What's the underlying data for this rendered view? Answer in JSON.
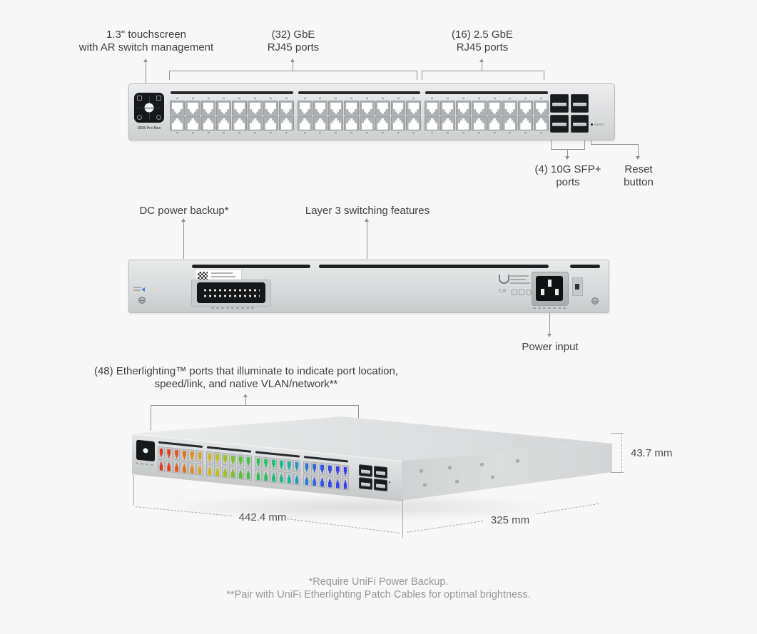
{
  "colors": {
    "background": "#f7f7f7",
    "label_text": "#3d3f41",
    "muted_text": "#95989a",
    "line": "#8f9193",
    "screen_black": "#17181a",
    "port_colors": [
      "#df3526",
      "#e03e25",
      "#e25723",
      "#e37121",
      "#e28a1f",
      "#dda01d",
      "#d4b11c",
      "#c2bd1e",
      "#a0c122",
      "#79c32a",
      "#55c434",
      "#3ac341",
      "#2cc251",
      "#24c065",
      "#20bd7b",
      "#1eb991",
      "#1fb2a6",
      "#2296c0",
      "#2a79d2",
      "#2f63de",
      "#3354e4",
      "#3549e8",
      "#3741ea",
      "#383deb"
    ]
  },
  "front_view": {
    "callout_touchscreen_line1": "1.3\" touchscreen",
    "callout_touchscreen_line2": "with AR switch management",
    "callout_gbe_line1": "(32) GbE",
    "callout_gbe_line2": "RJ45 ports",
    "callout_25g_line1": "(16) 2.5 GbE",
    "callout_25g_line2": "RJ45 ports",
    "callout_sfp_line1": "(4) 10G SFP+",
    "callout_sfp_line2": "ports",
    "callout_reset_line1": "Reset",
    "callout_reset_line2": "button",
    "model_label": "USW Pro Max",
    "reset_label": "RESET"
  },
  "rear_view": {
    "callout_dc": "DC power backup*",
    "callout_l3": "Layer 3 switching features",
    "callout_power": "Power input",
    "ce_mark": "CE"
  },
  "iso_view": {
    "callout_ether_line1": "(48) Etherlighting™ ports that illuminate to indicate port location,",
    "callout_ether_line2": "speed/link, and native VLAN/network**",
    "dim_width": "442.4 mm",
    "dim_depth": "325 mm",
    "dim_height": "43.7 mm"
  },
  "footnotes": {
    "line1": "*Require UniFi Power Backup.",
    "line2": "**Pair with UniFi Etherlighting Patch Cables for optimal brightness."
  }
}
